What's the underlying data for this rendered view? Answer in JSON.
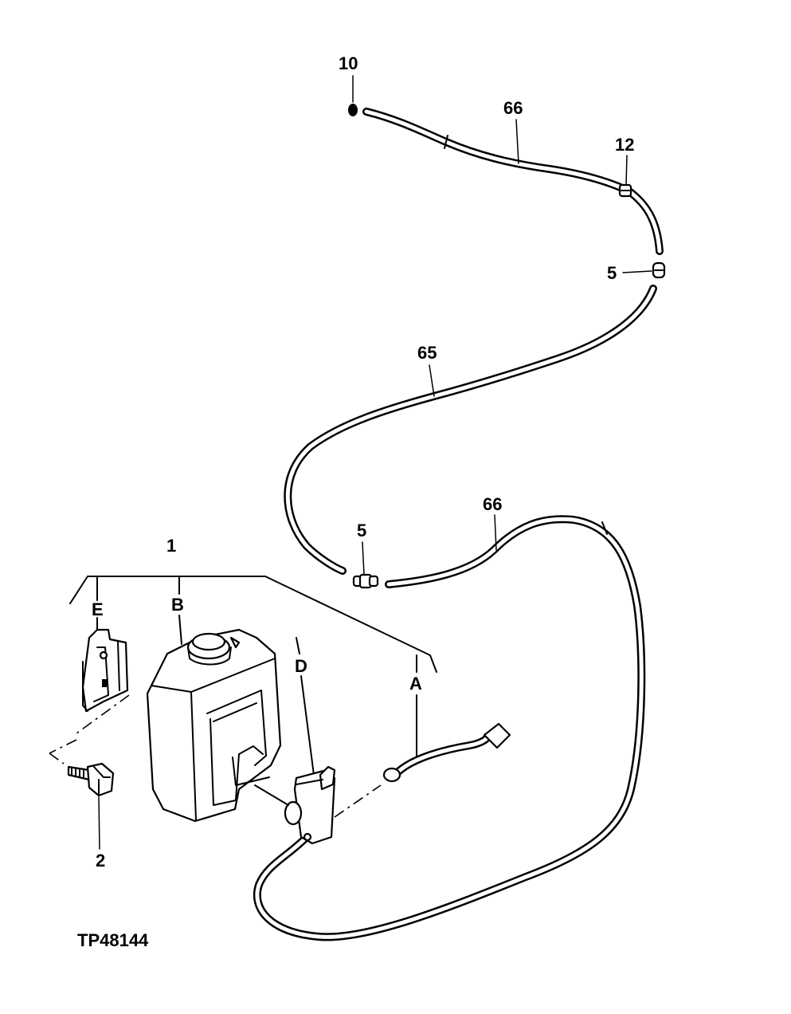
{
  "figure_id": "TP48144",
  "callouts": {
    "c10": "10",
    "c66_top": "66",
    "c12": "12",
    "c5_top": "5",
    "c65": "65",
    "c66_mid": "66",
    "c5_mid": "5",
    "c1": "1",
    "cE": "E",
    "cB": "B",
    "cD": "D",
    "cA": "A",
    "c2": "2"
  }
}
